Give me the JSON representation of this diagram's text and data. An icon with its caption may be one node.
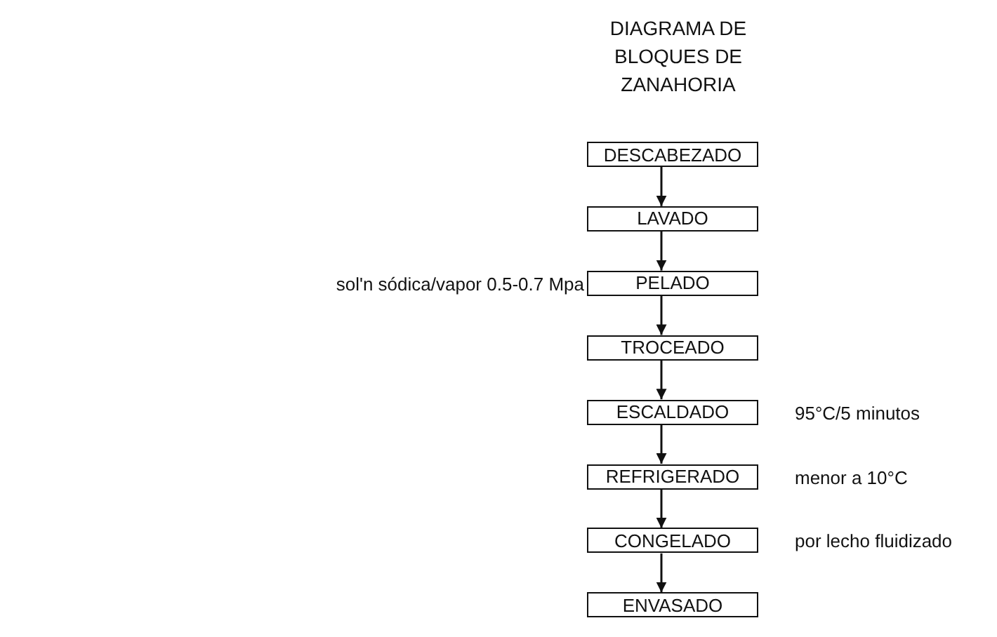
{
  "diagram": {
    "title": "DIAGRAMA DE BLOQUES DE ZANAHORIA",
    "nodes": [
      {
        "text": [
          "DESCABEZADO"
        ]
      },
      {
        "text": [
          "LAVADO"
        ]
      },
      {
        "text": [
          "PELADO"
        ],
        "beside": [
          "sol'n sódica/vapor 0.5-0.7 Mpa"
        ]
      },
      {
        "text": [
          "TROCEADO"
        ]
      },
      {
        "text": [
          "ESCALDADO"
        ],
        "beside": [
          "95°C/5 minutos"
        ]
      },
      {
        "text": [
          "REFRIGERADO"
        ],
        "beside": [
          "menor a 10°C"
        ]
      },
      {
        "text": [
          "CONGELADO"
        ],
        "beside": [
          "por lecho fluidizado"
        ]
      },
      {
        "text": [
          "ENVASADO"
        ]
      }
    ],
    "edges": [
      {
        "from": 0,
        "to": 1,
        "arrow": "to"
      },
      {
        "from": 1,
        "to": 2,
        "arrow": "to"
      },
      {
        "from": 2,
        "to": 3,
        "arrow": "to"
      },
      {
        "from": 3,
        "to": 4,
        "arrow": "to"
      },
      {
        "from": 4,
        "to": 5,
        "arrow": "to"
      },
      {
        "from": 5,
        "to": 6,
        "arrow": "to"
      },
      {
        "from": 6,
        "to": 7,
        "arrow": "to"
      }
    ]
  }
}
